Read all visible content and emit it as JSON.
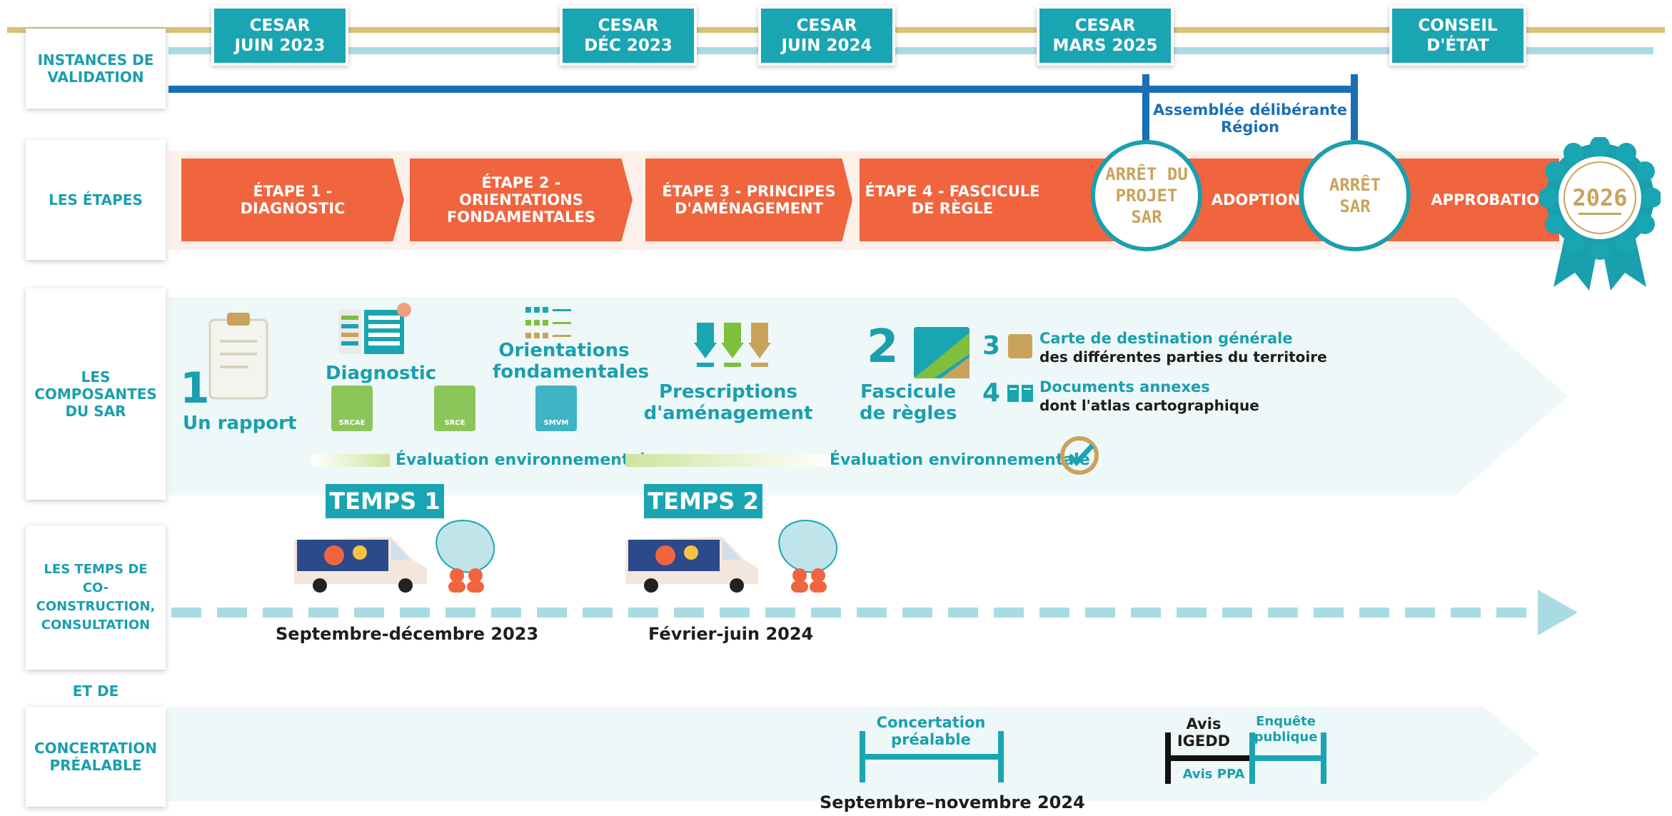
{
  "row_labels": {
    "validation": "INSTANCES DE\nVALIDATION",
    "etapes": "LES ÉTAPES",
    "composantes": "LES\nCOMPOSANTES\nDU SAR",
    "temps": "LES TEMPS DE\nCO-CONSTRUCTION,\nCONSULTATION",
    "et_de": "ET DE",
    "concertation": "CONCERTATION\nPRÉALABLE"
  },
  "instances": [
    {
      "label": "CESAR\nJUIN 2023"
    },
    {
      "label": "CESAR\nDÉC 2023"
    },
    {
      "label": "CESAR\nJUIN 2024"
    },
    {
      "label": "CESAR\nMARS 2025"
    },
    {
      "label": "CONSEIL\nD'ÉTAT"
    }
  ],
  "assemblee_label": "Assemblée délibérante\nRégion",
  "etapes": [
    {
      "label": "ÉTAPE 1 -\nDIAGNOSTIC"
    },
    {
      "label": "ÉTAPE 2 -\nORIENTATIONS\nFONDAMENTALES"
    },
    {
      "label": "ÉTAPE 3 - PRINCIPES\nD'AMÉNAGEMENT"
    },
    {
      "label": "ÉTAPE 4 - FASCICULE\nDE RÈGLE"
    },
    {
      "label": "ADOPTION"
    },
    {
      "label": "APPROBATION"
    }
  ],
  "seals": {
    "arret_projet": "ARRÊT DU\nPROJET SAR",
    "arret_sar": "ARRÊT\nSAR",
    "year": "2026"
  },
  "composantes": {
    "num1": "1",
    "rapport": "Un rapport",
    "diagnostic": "Diagnostic",
    "orientations": "Orientations\nfondamentales",
    "prescriptions": "Prescriptions\nd'aménagement",
    "book_srcae": "SRCAE",
    "book_srce": "SRCE",
    "book_smvm": "SMVM",
    "num2": "2",
    "fascicule": "Fascicule\nde règles",
    "num3": "3",
    "carte_title": "Carte de destination générale",
    "carte_sub": "des différentes parties du territoire",
    "num4": "4",
    "docs_title": "Documents annexes",
    "docs_sub": "dont l'atlas cartographique",
    "eval1": "Évaluation environnementale",
    "eval2": "Évaluation environnementale"
  },
  "temps": {
    "temps1": "TEMPS 1",
    "temps2": "TEMPS 2",
    "date1": "Septembre-décembre 2023",
    "date2": "Février-juin 2024"
  },
  "concertation": {
    "prealable": "Concertation\npréalable",
    "date": "Septembre–novembre 2024",
    "avis_igedd": "Avis\nIGEDD",
    "avis_ppa": "Avis PPA",
    "enquete": "Enquête\npublique"
  },
  "colors": {
    "teal": "#1aa5b2",
    "orange": "#f0643e",
    "gold": "#c9a35c",
    "blue": "#1a6fb5"
  }
}
